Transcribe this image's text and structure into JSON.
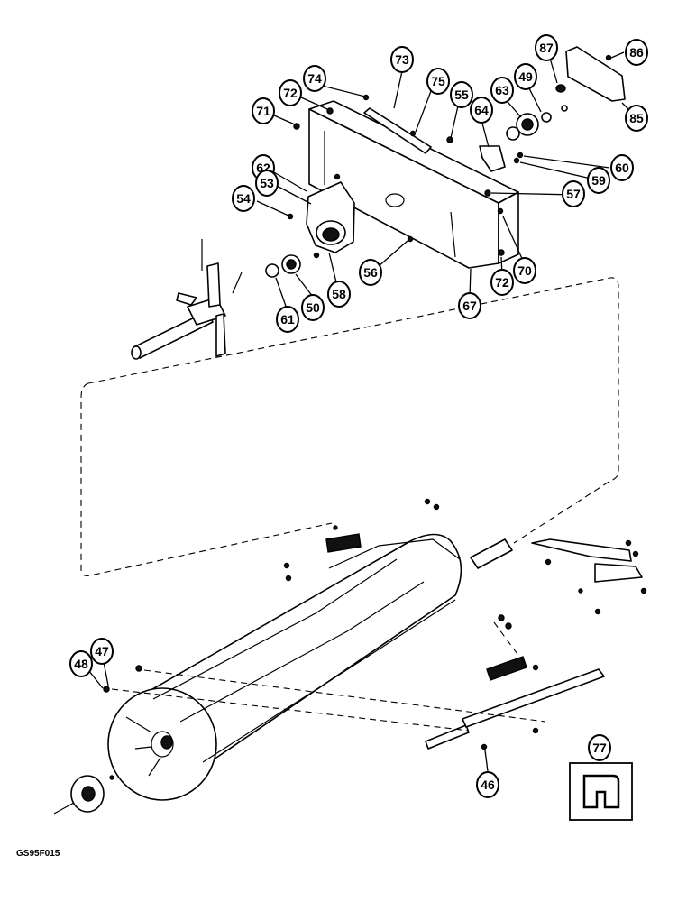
{
  "figure_code": "GS95F015",
  "callouts": [
    {
      "label": "73"
    },
    {
      "label": "74"
    },
    {
      "label": "72"
    },
    {
      "label": "71"
    },
    {
      "label": "75"
    },
    {
      "label": "55"
    },
    {
      "label": "64"
    },
    {
      "label": "63"
    },
    {
      "label": "49"
    },
    {
      "label": "87"
    },
    {
      "label": "86"
    },
    {
      "label": "85"
    },
    {
      "label": "62"
    },
    {
      "label": "53"
    },
    {
      "label": "54"
    },
    {
      "label": "60"
    },
    {
      "label": "59"
    },
    {
      "label": "57"
    },
    {
      "label": "56"
    },
    {
      "label": "58"
    },
    {
      "label": "50"
    },
    {
      "label": "61"
    },
    {
      "label": "70"
    },
    {
      "label": "72"
    },
    {
      "label": "67"
    },
    {
      "label": "47"
    },
    {
      "label": "48"
    },
    {
      "label": "46"
    },
    {
      "label": "77"
    }
  ]
}
